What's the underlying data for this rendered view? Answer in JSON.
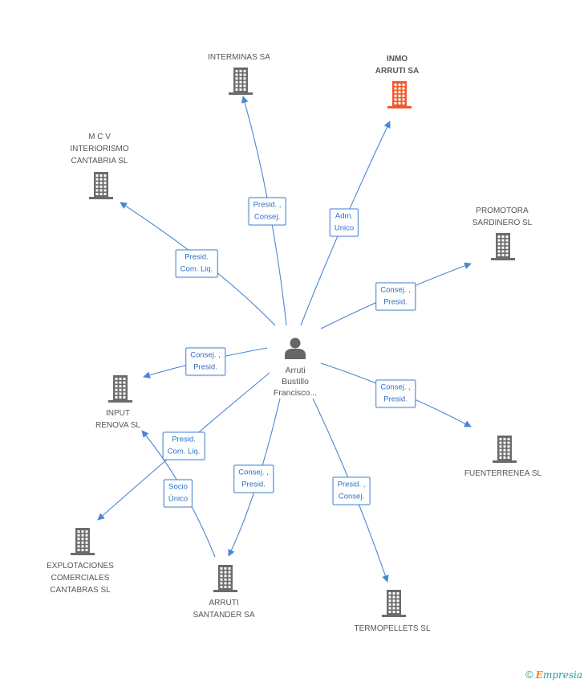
{
  "person": {
    "label": "Arruti\nBustillo\nFrancisco...",
    "icon": "person-icon",
    "color": "#666666"
  },
  "companies": [
    {
      "id": "interminas",
      "label": "INTERMINAS SA",
      "highlight": false
    },
    {
      "id": "inmo-arruti",
      "label": "INMO\nARRUTI SA",
      "highlight": true
    },
    {
      "id": "mcv",
      "label": "M C V\nINTERIORISMO\nCANTABRIA SL",
      "highlight": false
    },
    {
      "id": "promotora",
      "label": "PROMOTORA\nSARDINERO SL",
      "highlight": false
    },
    {
      "id": "input-renova",
      "label": "INPUT\nRENOVA SL",
      "highlight": false
    },
    {
      "id": "fuenterrenea",
      "label": "FUENTERRENEA SL",
      "highlight": false
    },
    {
      "id": "explotaciones",
      "label": "EXPLOTACIONES\nCOMERCIALES\nCANTABRAS SL",
      "highlight": false
    },
    {
      "id": "arruti-santander",
      "label": "ARRUTI\nSANTANDER SA",
      "highlight": false
    },
    {
      "id": "termopellets",
      "label": "TERMOPELLETS SL",
      "highlight": false
    }
  ],
  "relations": [
    {
      "from": "person",
      "to": "interminas",
      "label": "Presid. ,\nConsej."
    },
    {
      "from": "person",
      "to": "inmo-arruti",
      "label": "Adm.\nUnico"
    },
    {
      "from": "person",
      "to": "mcv",
      "label": "Presid.\nCom. Liq."
    },
    {
      "from": "person",
      "to": "promotora",
      "label": "Consej. ,\nPresid."
    },
    {
      "from": "person",
      "to": "input-renova",
      "label": "Consej. ,\nPresid."
    },
    {
      "from": "person",
      "to": "fuenterrenea",
      "label": "Consej. ,\nPresid."
    },
    {
      "from": "person",
      "to": "explotaciones",
      "label": "Presid.\nCom. Liq."
    },
    {
      "from": "person",
      "to": "arruti-santander",
      "label": "Consej. ,\nPresid."
    },
    {
      "from": "person",
      "to": "termopellets",
      "label": "Presid. ,\nConsej."
    },
    {
      "from": "arruti-santander",
      "to": "input-renova",
      "label": "Socio\nÚnico"
    }
  ],
  "colors": {
    "building": "#6b6b6b",
    "building_highlight": "#f15a2b",
    "edge": "#4a86d4",
    "edge_label_text": "#2f6fbf"
  },
  "footer": {
    "copyright": "©",
    "brand_first": "E",
    "brand_rest": "mpresia"
  }
}
